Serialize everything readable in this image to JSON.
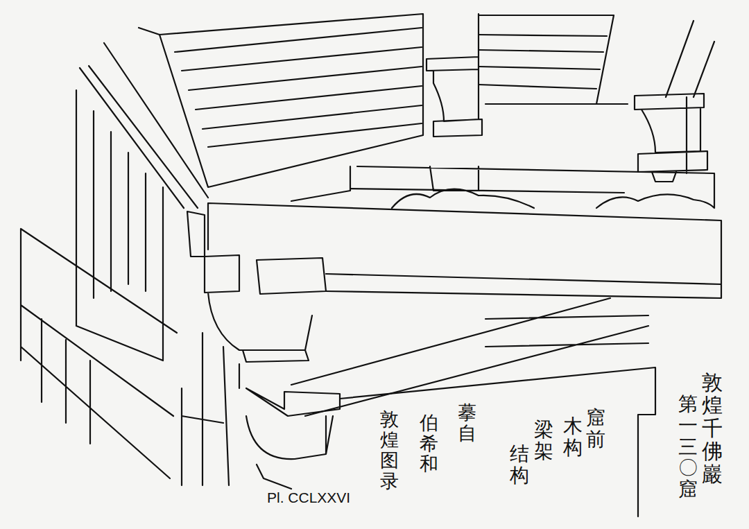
{
  "diagram": {
    "labels": [
      "敦煌千佛巖",
      "第一三〇窟",
      "窟前",
      "木构",
      "梁架",
      "结构",
      "摹自",
      "伯希和",
      "敦煌图录",
      "Pl. CCLXXVI"
    ]
  }
}
